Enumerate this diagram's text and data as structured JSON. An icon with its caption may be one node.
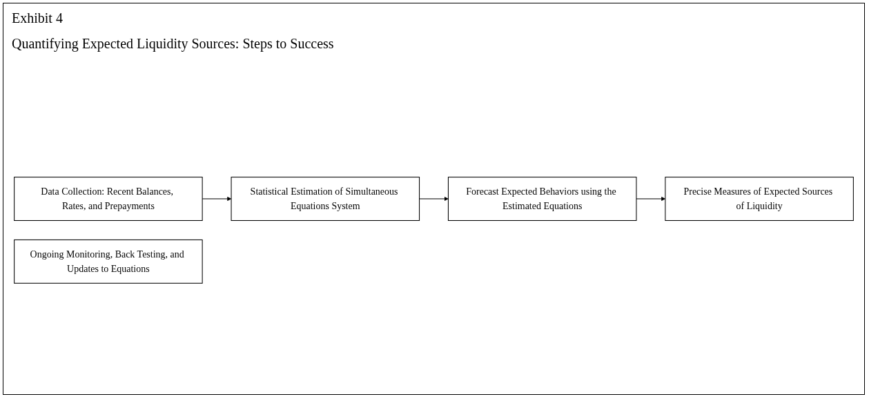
{
  "diagram": {
    "title": "Quantifying Expected Liquidity Sources: Steps to Success",
    "nodes": [
      {
        "text": [
          "Data Collection: Recent Balances, Rates, and Prepayments"
        ]
      },
      {
        "text": [
          "Statistical Estimation of Simultaneous Equations System"
        ]
      },
      {
        "text": [
          "Forecast Expected Behaviors using the Estimated Equations"
        ]
      },
      {
        "text": [
          "Precise Measures of Expected Sources of Liquidity"
        ]
      },
      {
        "text": [
          "Ongoing Monitoring, Back Testing, and Updates to Equations"
        ]
      }
    ],
    "edges": [
      {
        "from": 0,
        "to": 1,
        "arrow": "to"
      },
      {
        "from": 1,
        "to": 2,
        "arrow": "to"
      },
      {
        "from": 2,
        "to": 3,
        "arrow": "to"
      }
    ],
    "labels": [
      "Exhibit 4"
    ]
  }
}
